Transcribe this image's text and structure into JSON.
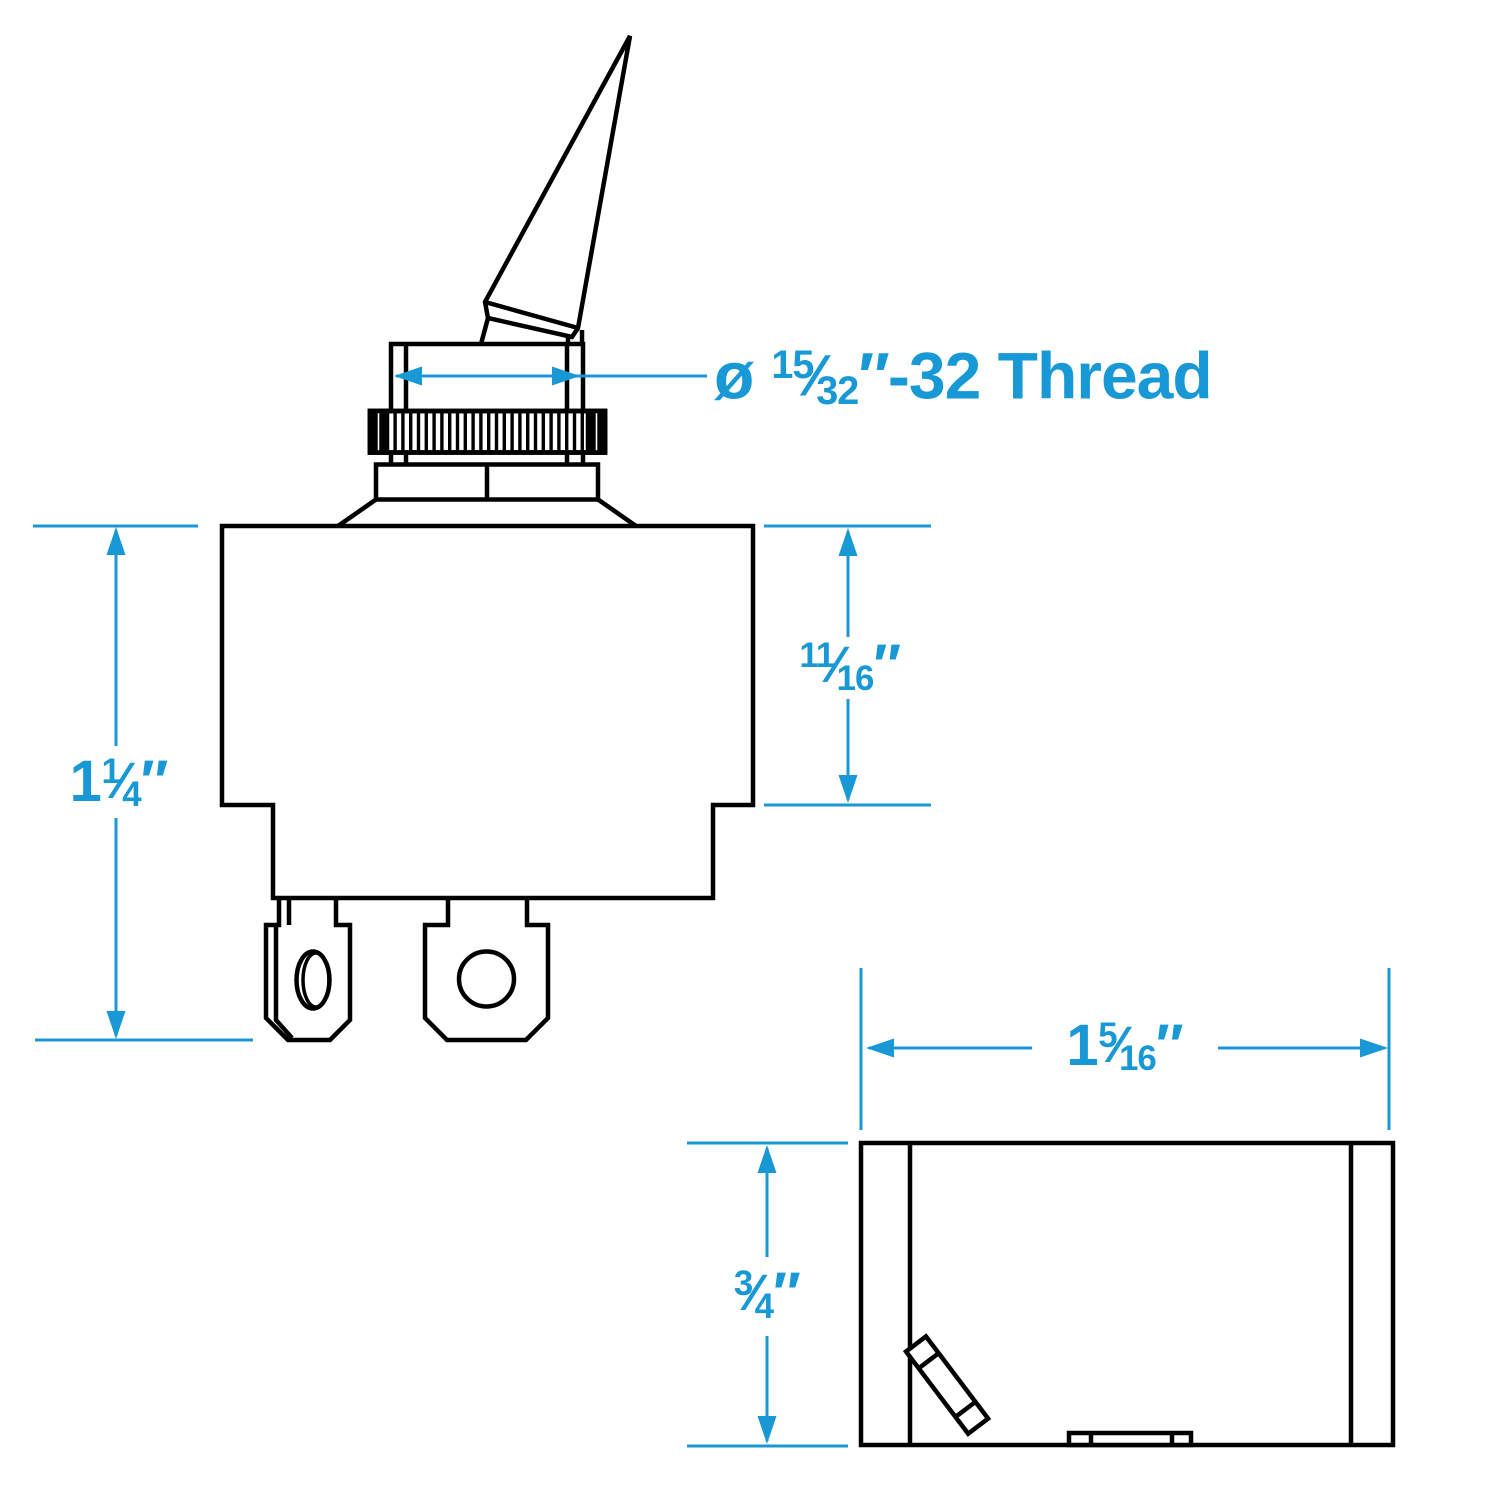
{
  "title": "Toggle switch dimensional drawing",
  "colors": {
    "line_black": "#000000",
    "dimension_blue": "#1899D5",
    "background": "#ffffff"
  },
  "marks": {
    "inch": "″",
    "frac_slash": "⁄"
  },
  "labels": {
    "thread": {
      "pre": "ø ",
      "num": "15",
      "den": "32",
      "rest": "-32 Thread"
    },
    "front_total_height": {
      "pre": "1",
      "num": "1",
      "den": "4",
      "rest": ""
    },
    "front_upper_height": {
      "pre": "",
      "num": "11",
      "den": "16",
      "rest": ""
    },
    "side_width": {
      "pre": "1",
      "num": "5",
      "den": "16",
      "rest": ""
    },
    "side_height": {
      "pre": "",
      "num": "3",
      "den": "4",
      "rest": ""
    }
  }
}
